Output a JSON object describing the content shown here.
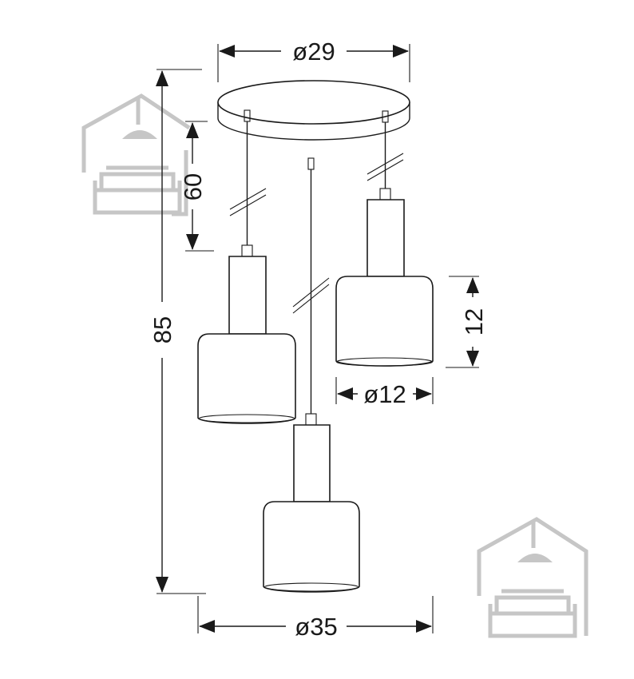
{
  "dimensions": {
    "canopy_diameter": "ø29",
    "cable_length": "60",
    "total_height": "85",
    "shade_height": "12",
    "shade_diameter": "ø12",
    "overall_diameter": "ø35"
  },
  "colors": {
    "line": "#1a1a1a",
    "watermark": "#c6c6c6",
    "background": "#ffffff"
  },
  "watermark": {
    "icon": "house-with-lamp-and-sofa-logo",
    "count": 2
  }
}
